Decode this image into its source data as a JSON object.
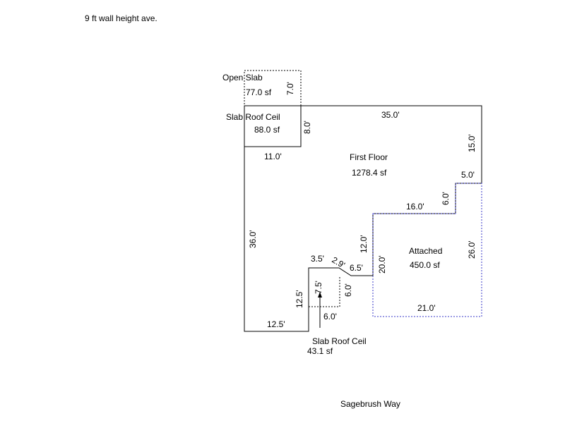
{
  "header": {
    "note": "9 ft wall height ave."
  },
  "footer": {
    "street": "Sagebrush Way"
  },
  "areas": {
    "open_slab": {
      "name": "Open Slab",
      "area": "77.0 sf"
    },
    "slab_roof_top": {
      "name": "Slab Roof Ceil",
      "area": "88.0 sf"
    },
    "first_floor": {
      "name": "First Floor",
      "area": "1278.4 sf"
    },
    "attached": {
      "name": "Attached",
      "area": "450.0 sf"
    },
    "slab_roof_bottom": {
      "name": "Slab Roof Ceil",
      "area": "43.1 sf"
    }
  },
  "dimensions": {
    "d_7_0": "7.0'",
    "d_8_0": "8.0'",
    "d_11_0": "11.0'",
    "d_35_0": "35.0'",
    "d_15_0": "15.0'",
    "d_5_0": "5.0'",
    "d_6_0_top": "6.0'",
    "d_16_0": "16.0'",
    "d_12_0": "12.0'",
    "d_20_0": "20.0'",
    "d_26_0": "26.0'",
    "d_21_0": "21.0'",
    "d_36_0": "36.0'",
    "d_3_5": "3.5'",
    "d_2_9": "2.9'",
    "d_6_5": "6.5'",
    "d_7_5": "7.5'",
    "d_6_0_vert": "6.0'",
    "d_6_0_horiz": "6.0'",
    "d_12_5_vert": "12.5'",
    "d_12_5_horiz": "12.5'"
  },
  "colors": {
    "outline": "#000000",
    "attached_border": "#3a3ac8"
  }
}
